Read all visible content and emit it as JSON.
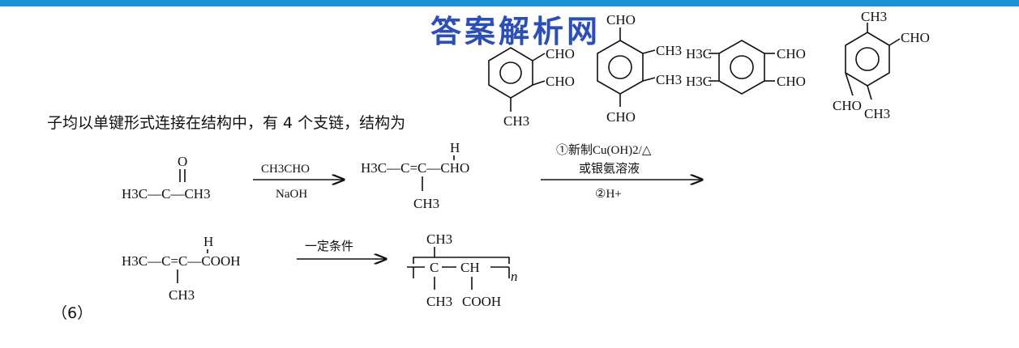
{
  "colors": {
    "top_bar": "#1f8fd6",
    "watermark": "#2b4fb5",
    "text": "#111111"
  },
  "watermark": "答案解析网",
  "intro_text": "子均以单键形式连接在结构中，有 4 个支链，结构为",
  "question_number": "（6）",
  "isomers": {
    "s1": {
      "sub1": "CHO",
      "sub2": "CHO",
      "sub3": "CH3"
    },
    "s2": {
      "top": "CHO",
      "sub1": "CH3",
      "sub2": "CH3",
      "bottom": "CHO"
    },
    "s3": {
      "left1": "H3C",
      "left2": "H3C",
      "right1": "CHO",
      "right2": "CHO"
    },
    "s4": {
      "top": "CH3",
      "right": "CHO",
      "bottom_left": "CHO",
      "bottom_right": "CH3"
    }
  },
  "synthesis": {
    "acetone": {
      "top": "O",
      "main": "H3C—C—CH3"
    },
    "step1": {
      "above": "CH3CHO",
      "below": "NaOH"
    },
    "aldehyde": {
      "top": "H",
      "main": "H3C—C=C—CHO",
      "branch": "CH3"
    },
    "step2": {
      "above1": "①新制Cu(OH)2/△",
      "above2": "或银氨溶液",
      "below": "②H+"
    },
    "acid": {
      "top": "H",
      "main": "H3C—C=C—COOH",
      "branch": "CH3"
    },
    "step3": {
      "above": "一定条件"
    },
    "polymer": {
      "top": "CH3",
      "bottom_left": "CH3",
      "bottom_right": "COOH",
      "main": "C",
      "main2": "CH",
      "subscript": "n"
    }
  }
}
